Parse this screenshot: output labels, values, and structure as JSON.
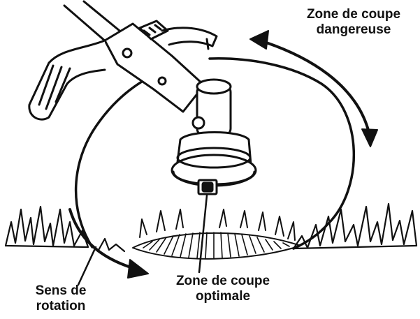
{
  "labels": {
    "danger_zone": {
      "line1": "Zone de coupe",
      "line2": "dangereuse"
    },
    "optimal_zone": {
      "line1": "Zone de coupe",
      "line2": "optimale"
    },
    "rotation": {
      "line1": "Sens de",
      "line2": "rotation"
    }
  },
  "colors": {
    "ink": "#111111",
    "background": "#ffffff"
  },
  "icons": [
    "string-trimmer-illustration",
    "grass-illustration",
    "rotation-arrow-icon",
    "curved-double-arrow-icon"
  ]
}
